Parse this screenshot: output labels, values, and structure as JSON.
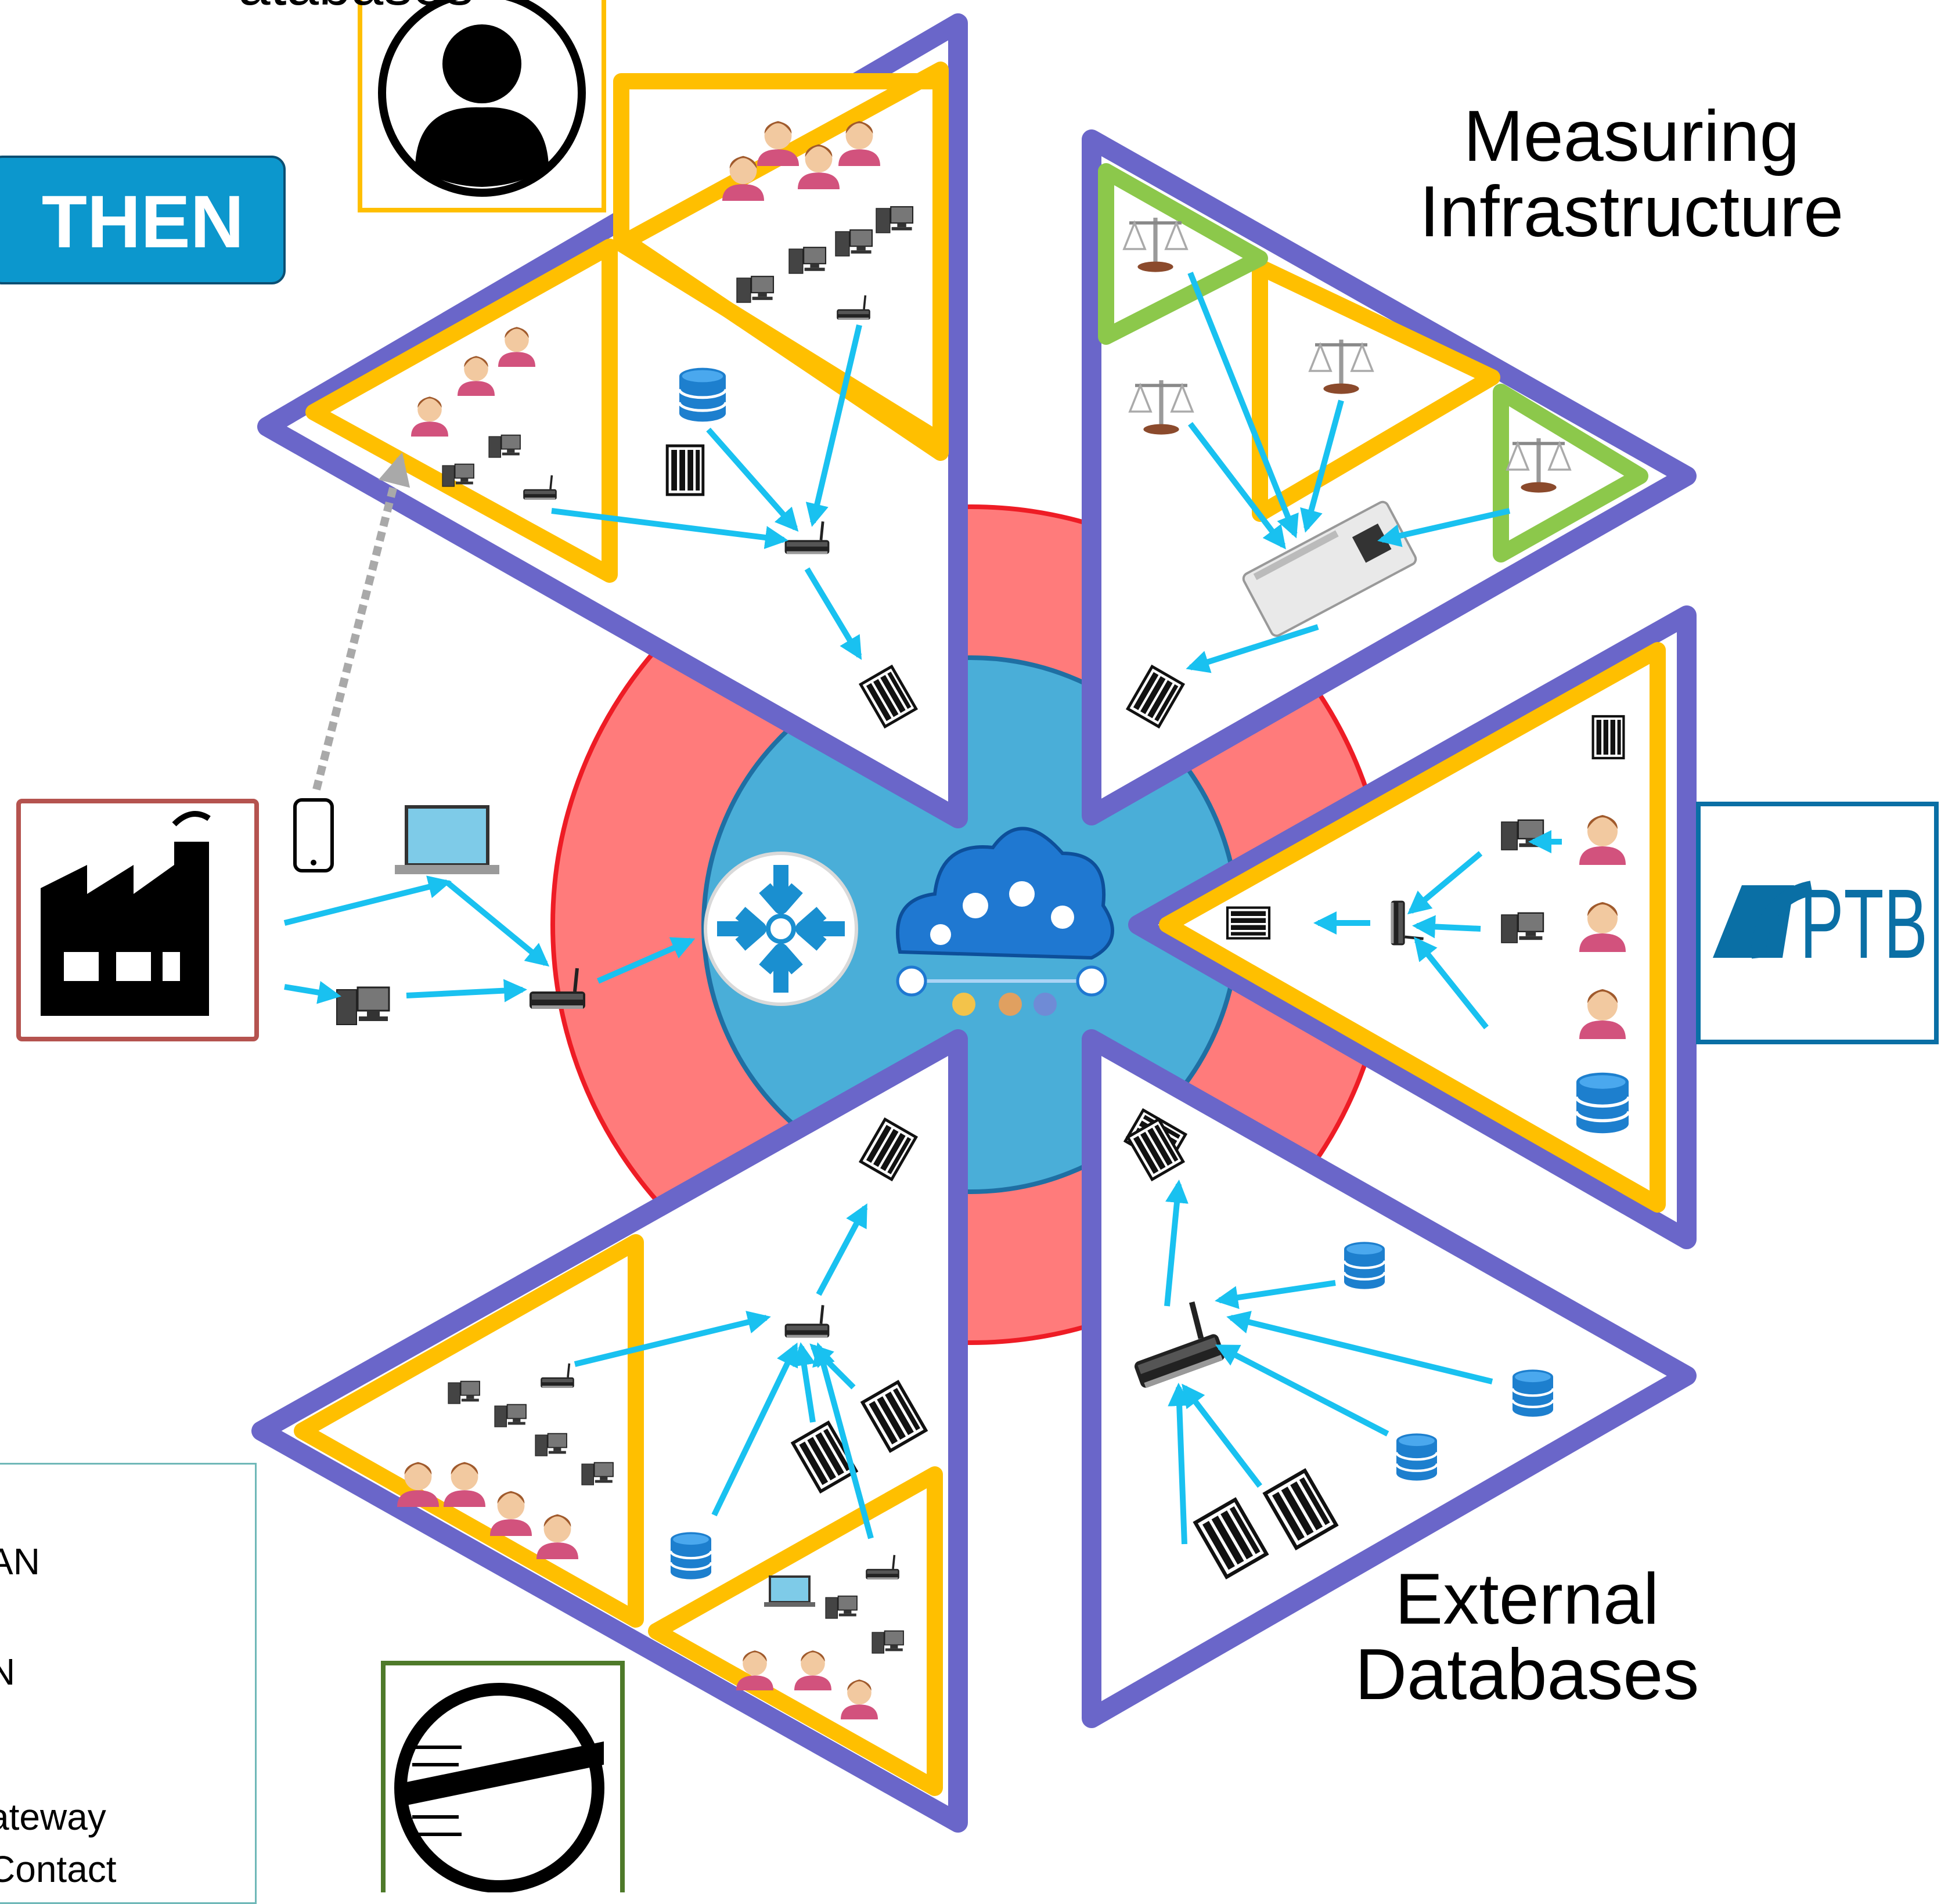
{
  "labels": {
    "measuring_line1": "Measuring",
    "measuring_line2": "Infrastructure",
    "external_line1": "External",
    "external_line2": "Databases",
    "cut_top": "atabases",
    "then": "THEN",
    "ptb_logo": "PTB"
  },
  "legend": {
    "items": [
      "AN",
      "N",
      "ateway",
      "Contact"
    ]
  },
  "colors": {
    "outer_hexagon": "#6a66c9",
    "inner_triangles": "#ffbf00",
    "green_triangles": "#8cc84b",
    "ring": "#ff7b7b",
    "ring_border": "#ee1c25",
    "core": "#4aaed8",
    "arrows": "#19c1f0",
    "then_button": "#0c97cd",
    "factory_frame": "#b5534f",
    "ptb_frame": "#0a6fa5",
    "person_frame": "#ffbf00",
    "e_logo_frame": "#4e7a2a"
  },
  "icons": [
    "person-icon",
    "factory-icon",
    "ptb-logo-icon",
    "e-logo-icon",
    "router-icon",
    "cloud-services-icon",
    "smart-meter-gateway-icon",
    "scale-icon",
    "database-icon",
    "server-rack-icon",
    "desktop-computer-icon",
    "laptop-icon",
    "smartphone-icon",
    "user-avatar-icon"
  ]
}
